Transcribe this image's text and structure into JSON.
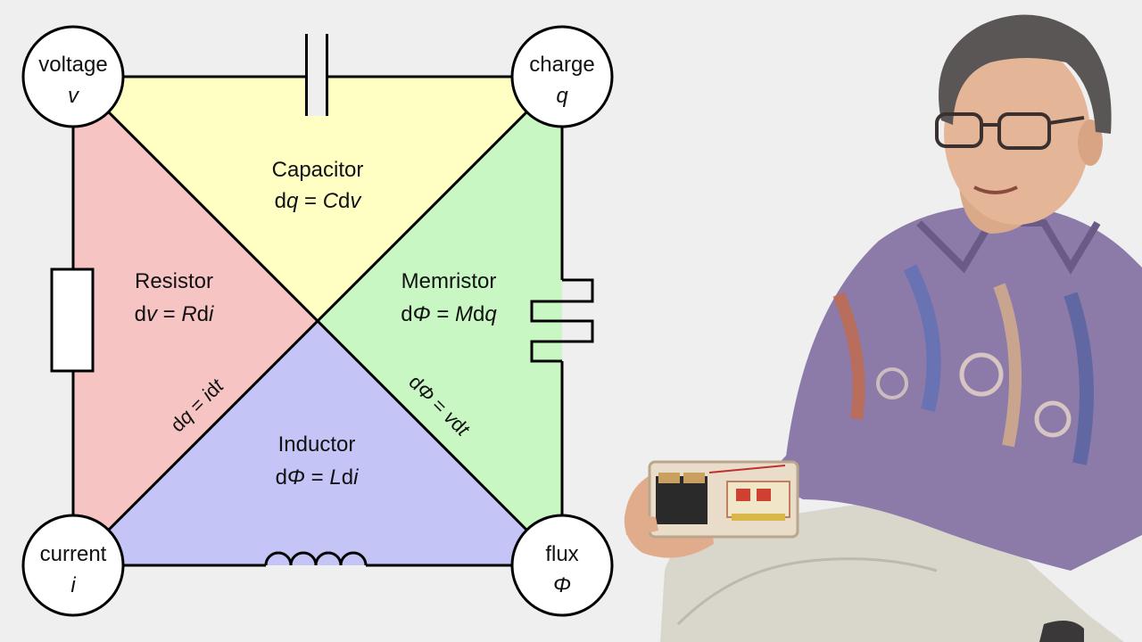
{
  "nodes": {
    "voltage": {
      "name": "voltage",
      "symbol": "v"
    },
    "charge": {
      "name": "charge",
      "symbol": "q"
    },
    "current": {
      "name": "current",
      "symbol": "i"
    },
    "flux": {
      "name": "flux",
      "symbol": "Φ"
    }
  },
  "regions": {
    "capacitor": {
      "title": "Capacitor",
      "eq_d": "d",
      "eq_a": "q",
      "eq_eq": " = ",
      "eq_b": "C",
      "eq_c": "d",
      "eq_e": "v"
    },
    "resistor": {
      "title": "Resistor",
      "eq_d": "d",
      "eq_a": "v",
      "eq_eq": " = ",
      "eq_b": "R",
      "eq_c": "d",
      "eq_e": "i"
    },
    "memristor": {
      "title": "Memristor",
      "eq_d": "d",
      "eq_a": "Φ",
      "eq_eq": " = ",
      "eq_b": "M",
      "eq_c": "d",
      "eq_e": "q"
    },
    "inductor": {
      "title": "Inductor",
      "eq_d": "d",
      "eq_a": "Φ",
      "eq_eq": " = ",
      "eq_b": "L",
      "eq_c": "d",
      "eq_e": "i"
    }
  },
  "diagonals": {
    "left": {
      "d": "d",
      "a": "q",
      "eq": " = ",
      "b": "i",
      "c": "d",
      "e": "t"
    },
    "right": {
      "d": "d",
      "a": "Φ",
      "eq": " = ",
      "b": "v",
      "c": "d",
      "e": "t"
    }
  },
  "colors": {
    "background": "#efefef",
    "capacitor": "#ffffc4",
    "resistor": "#f7c4c4",
    "memristor": "#c8f7c4",
    "inductor": "#c4c4f7",
    "line": "#000000"
  },
  "photo": {
    "subject": "person-holding-memristor-device"
  }
}
